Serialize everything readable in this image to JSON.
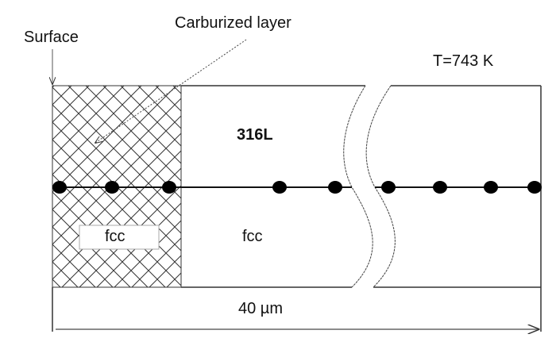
{
  "labels": {
    "surface": "Surface",
    "carburized_layer": "Carburized layer",
    "temperature": "T=743 K",
    "material": "316L",
    "phase_layer": "fcc",
    "phase_bulk": "fcc",
    "dimension": "40 µm"
  },
  "node_count": 9,
  "colors": {
    "line": "#222222",
    "dot": "#000000"
  }
}
